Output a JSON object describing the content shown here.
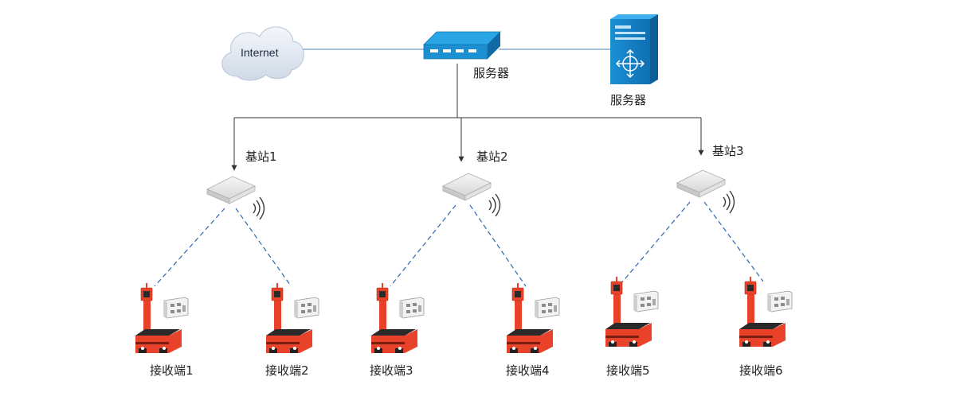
{
  "internet": {
    "label": "Internet",
    "icon": "cloud-icon"
  },
  "switch": {
    "label": "服务器",
    "icon": "network-switch-icon"
  },
  "server": {
    "label": "服务器",
    "icon": "server-tower-icon"
  },
  "base_stations": [
    {
      "label": "基站1",
      "icon": "wireless-access-point-icon"
    },
    {
      "label": "基站2",
      "icon": "wireless-access-point-icon"
    },
    {
      "label": "基站3",
      "icon": "wireless-access-point-icon"
    }
  ],
  "receivers": [
    {
      "label": "接收端1",
      "icon": "agv-robot-icon"
    },
    {
      "label": "接收端2",
      "icon": "agv-robot-icon"
    },
    {
      "label": "接收端3",
      "icon": "agv-robot-icon"
    },
    {
      "label": "接收端4",
      "icon": "agv-robot-icon"
    },
    {
      "label": "接收端5",
      "icon": "agv-robot-icon"
    },
    {
      "label": "接收端6",
      "icon": "agv-robot-icon"
    }
  ],
  "colors": {
    "wired_link": "#4a7db8",
    "wireless_link": "#2f66b3",
    "tree_line": "#333333",
    "switch_blue": "#1b8fd0",
    "robot_red": "#e8432a"
  }
}
